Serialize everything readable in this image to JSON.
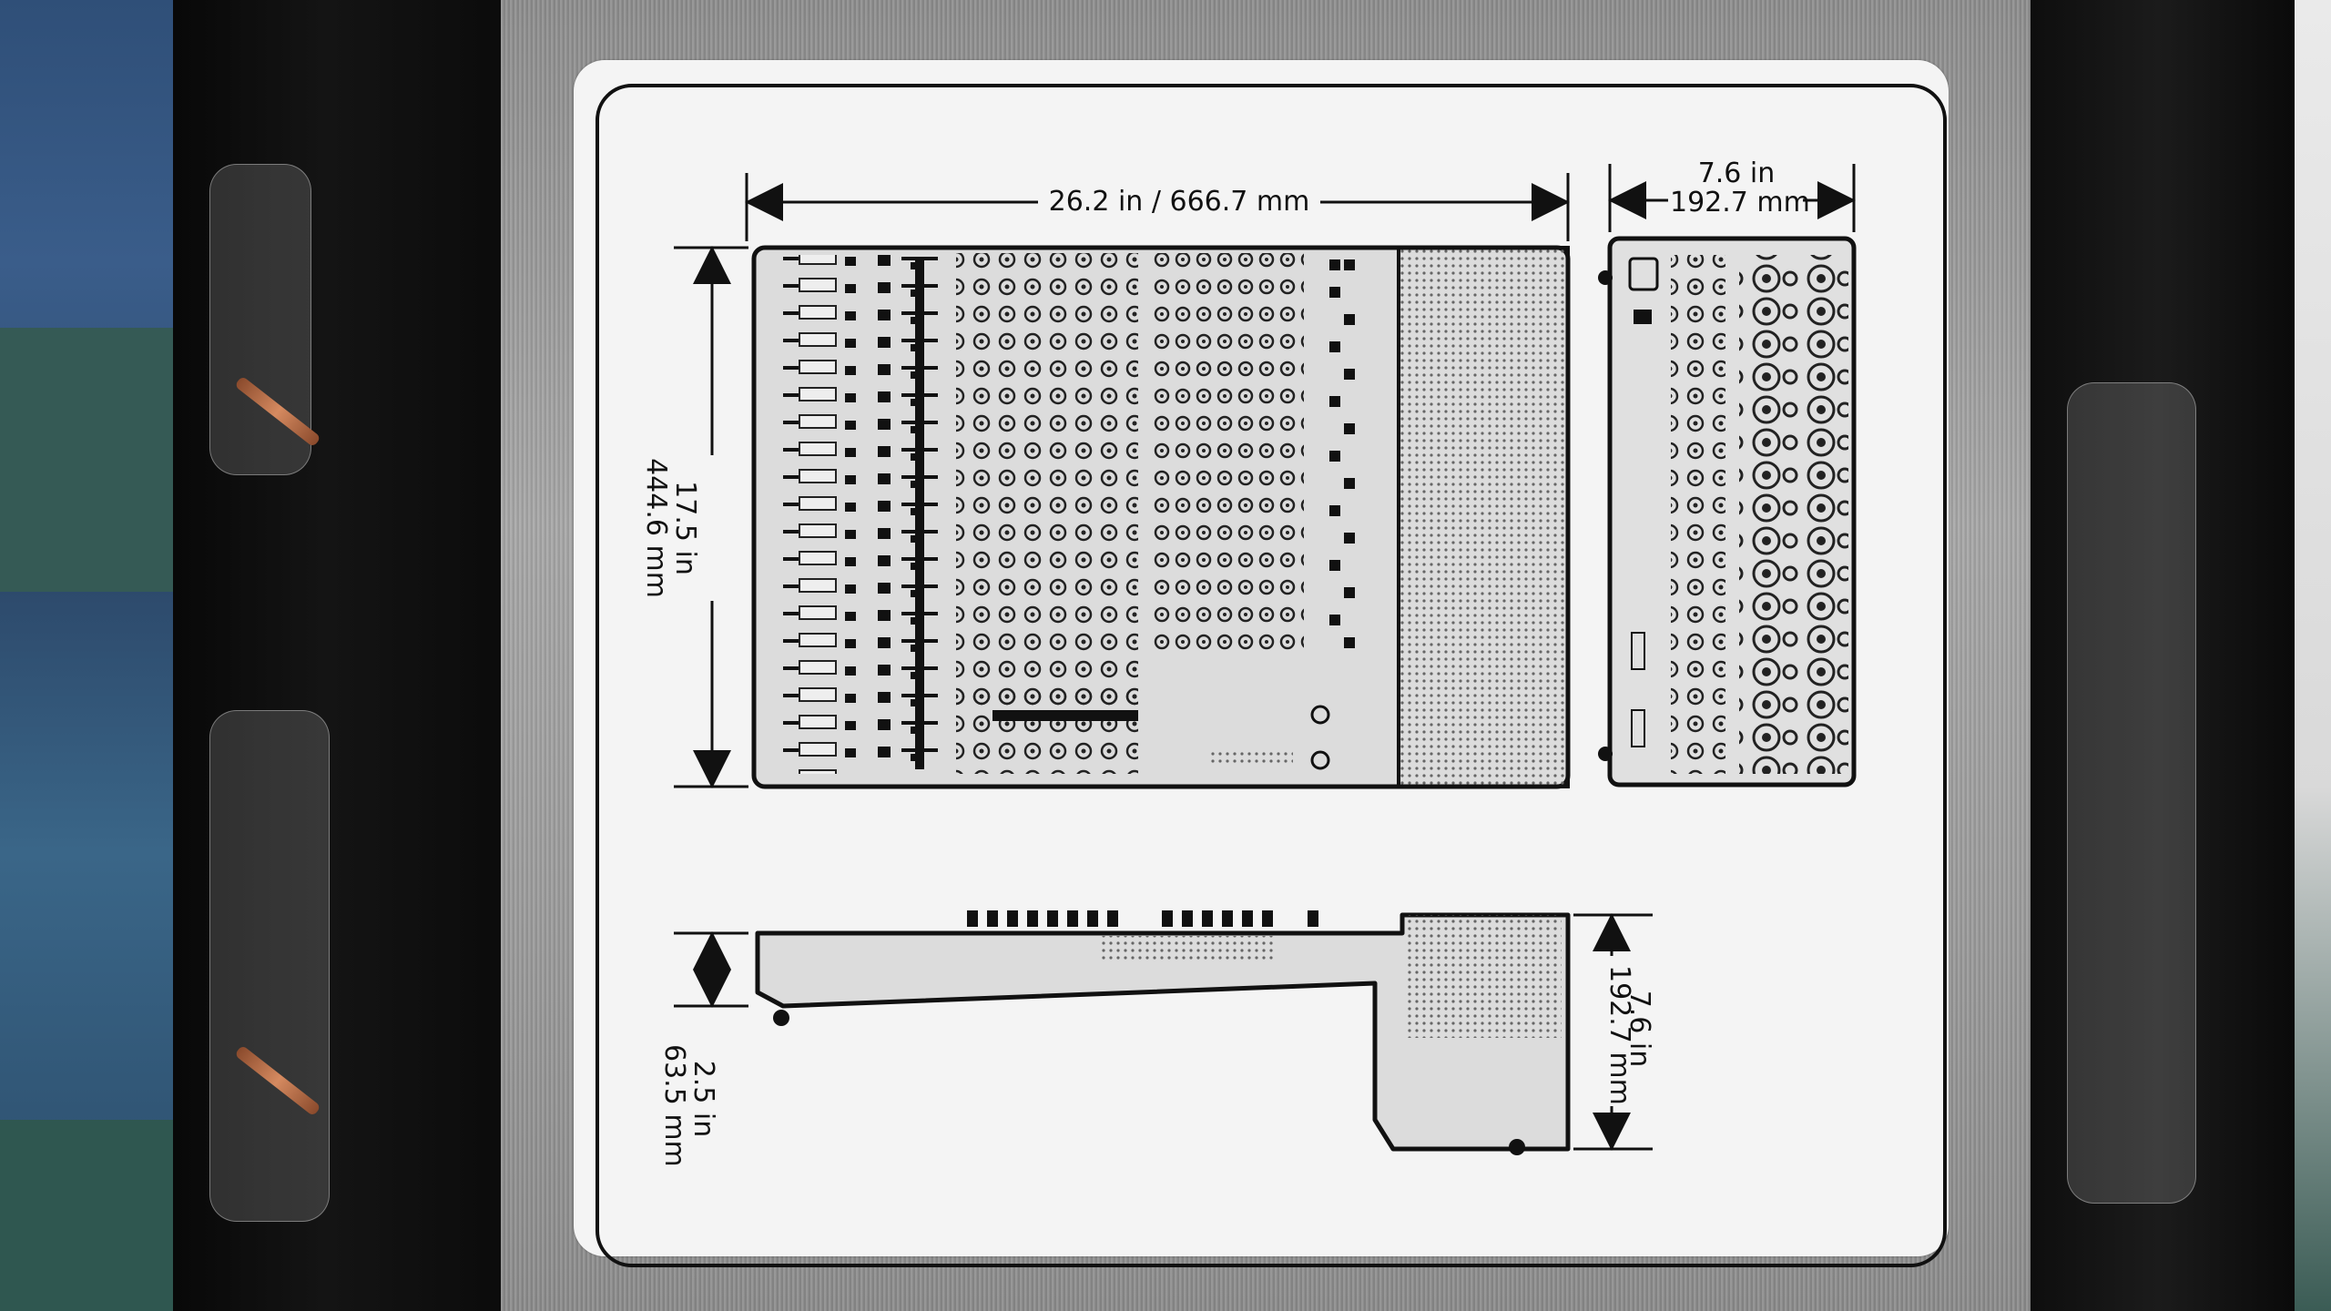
{
  "label": {
    "width_dim": "26.2 in / 666.7 mm",
    "depth_top_in": "7.6 in",
    "depth_top_mm": "192.7 mm",
    "height_in": "17.5 in",
    "height_mm": "444.6 mm",
    "side_thickness_in": "2.5 in",
    "side_thickness_mm": "63.5 mm",
    "side_depth_in": "7.6 in",
    "side_depth_mm": "192.7 mm"
  },
  "icons": {
    "mixer_top": "mixer-top-view-drawing",
    "mixer_rear": "mixer-rear-panel-drawing",
    "mixer_side": "mixer-side-view-drawing"
  },
  "colors": {
    "box_black": "#111111",
    "silver": "#9a9a9a",
    "sticker": "#f4f4f4",
    "ink": "#111111",
    "panel_fill": "#dadada"
  }
}
